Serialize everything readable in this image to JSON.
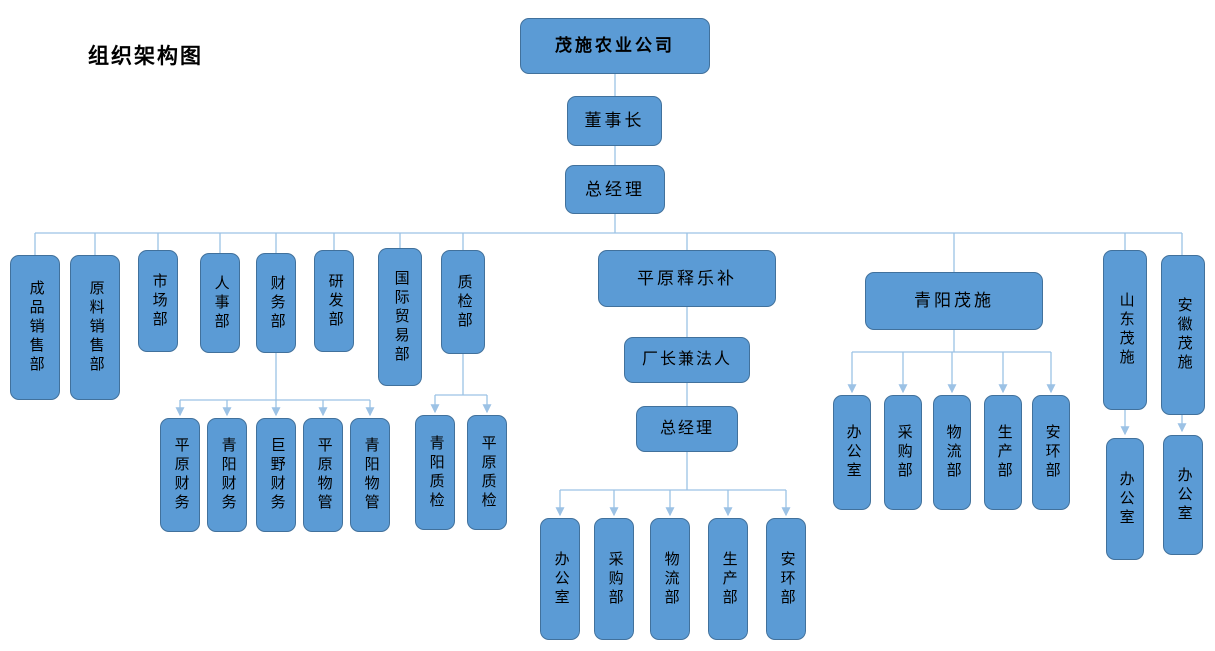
{
  "title": "组织架构图",
  "colors": {
    "node_fill": "#5B9BD5",
    "node_border": "#41719C",
    "connector": "#9CC2E5",
    "text": "#000000"
  },
  "nodes": {
    "company": "茂施农业公司",
    "chairman": "董事长",
    "general_manager": "总经理",
    "finished_sales_dept": "成品销售部",
    "raw_material_sales_dept": "原料销售部",
    "market_dept": "市场部",
    "hr_dept": "人事部",
    "finance_dept": "财务部",
    "rd_dept": "研发部",
    "intl_trade_dept": "国际贸易部",
    "qc_dept": "质检部",
    "pingyuan_finance": "平原财务",
    "qingyang_finance": "青阳财务",
    "juye_finance": "巨野财务",
    "pingyuan_property": "平原物管",
    "qingyang_property": "青阳物管",
    "qingyang_qc": "青阳质检",
    "pingyuan_qc": "平原质检",
    "pingyuan_shilebu": "平原释乐补",
    "factory_director_legal": "厂长兼法人",
    "shilebu_general_manager": "总经理",
    "shilebu_office": "办公室",
    "shilebu_purchasing": "采购部",
    "shilebu_logistics": "物流部",
    "shilebu_production": "生产部",
    "shilebu_safety_env": "安环部",
    "qingyang_maoshi": "青阳茂施",
    "qingyang_office": "办公室",
    "qingyang_purchasing": "采购部",
    "qingyang_logistics": "物流部",
    "qingyang_production": "生产部",
    "qingyang_safety_env": "安环部",
    "shandong_maoshi": "山东茂施",
    "shandong_office": "办公室",
    "anhui_maoshi": "安徽茂施",
    "anhui_office": "办公室"
  }
}
